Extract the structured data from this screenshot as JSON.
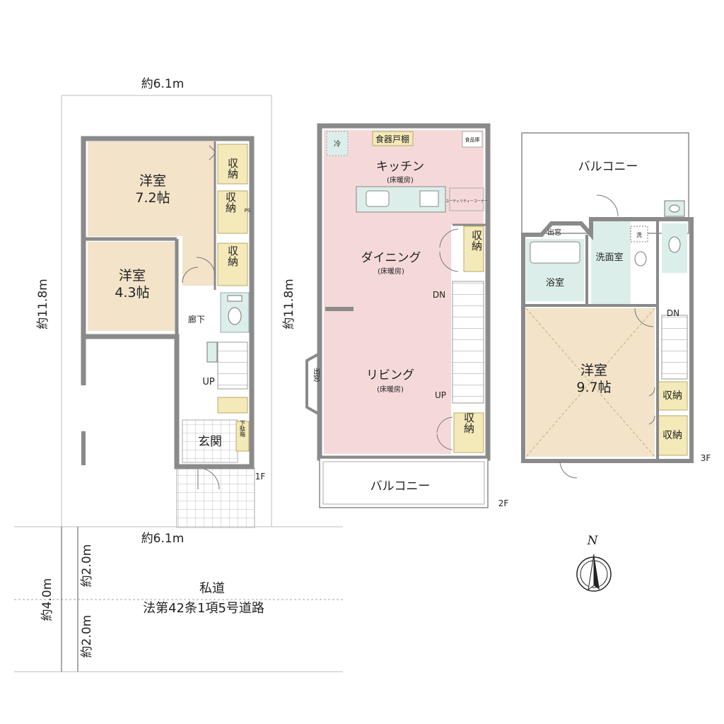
{
  "site": {
    "width_top": "約6.1m",
    "width_bottom": "約6.1m",
    "depth_1f": "約11.8m",
    "depth_2f": "約11.8m",
    "road_total": "約4.0m",
    "road_upper": "約2.0m",
    "road_lower": "約2.0m",
    "road_name": "私道",
    "road_law": "法第42条1項5号道路"
  },
  "floor1": {
    "tag": "1F",
    "room_a_name": "洋室",
    "room_a_size": "7.2帖",
    "room_b_name": "洋室",
    "room_b_size": "4.3帖",
    "storage1": "収納",
    "storage2": "収納",
    "storage3": "収納",
    "corridor": "廊下",
    "up": "UP",
    "entrance": "玄関",
    "shoe_box": "下駄箱",
    "ps": "PS"
  },
  "floor2": {
    "tag": "2F",
    "fridge": "冷",
    "cupboard": "食器戸棚",
    "pantry": "食品庫",
    "kitchen": "キッチン",
    "kitchen_heat": "(床暖房)",
    "utility": "ユーティリティーコーナー",
    "dining": "ダイニング",
    "dining_heat": "(床暖房)",
    "storage1": "収納",
    "dn": "DN",
    "living": "リビング",
    "living_heat": "(床暖房)",
    "up": "UP",
    "storage2": "収納",
    "bay": "出窓",
    "balcony": "バルコニー"
  },
  "floor3": {
    "tag": "3F",
    "balcony": "バルコニー",
    "bay": "出窓",
    "washroom": "洗面室",
    "washer": "洗",
    "bath": "浴室",
    "dn": "DN",
    "room_name": "洋室",
    "room_size": "9.7帖",
    "storage1": "収納",
    "storage2": "収納"
  },
  "compass": {
    "north": "N"
  },
  "colors": {
    "western_room": "#f2e3c9",
    "living": "#f5d9d9",
    "wet_area": "#dceee9",
    "storage": "#f4e9b8",
    "wall": "#8a8a8a"
  }
}
